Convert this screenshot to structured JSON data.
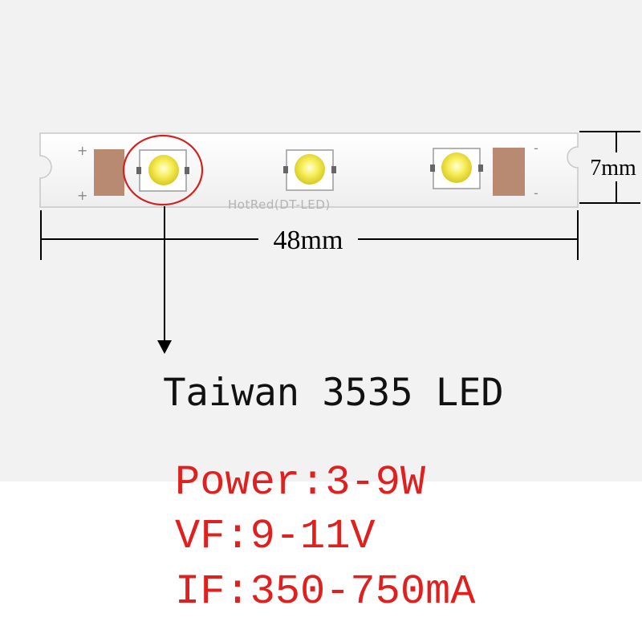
{
  "board": {
    "silkscreen": "HotRed(DT-LED)",
    "plus_marks": [
      "+",
      "+"
    ],
    "minus_marks": [
      "-",
      "-"
    ],
    "led_count": 3
  },
  "dimensions": {
    "length_label": "48mm",
    "width_label": "7mm"
  },
  "title": "Taiwan 3535 LED",
  "specs": {
    "power": "Power:3-9W",
    "vf": "VF:9-11V",
    "if": "IF:350-750mA"
  },
  "colors": {
    "spec_text": "#e0201e",
    "highlight_circle": "#d42020",
    "pad_copper": "#b98a72",
    "led_yellow": "#f6f05a"
  }
}
